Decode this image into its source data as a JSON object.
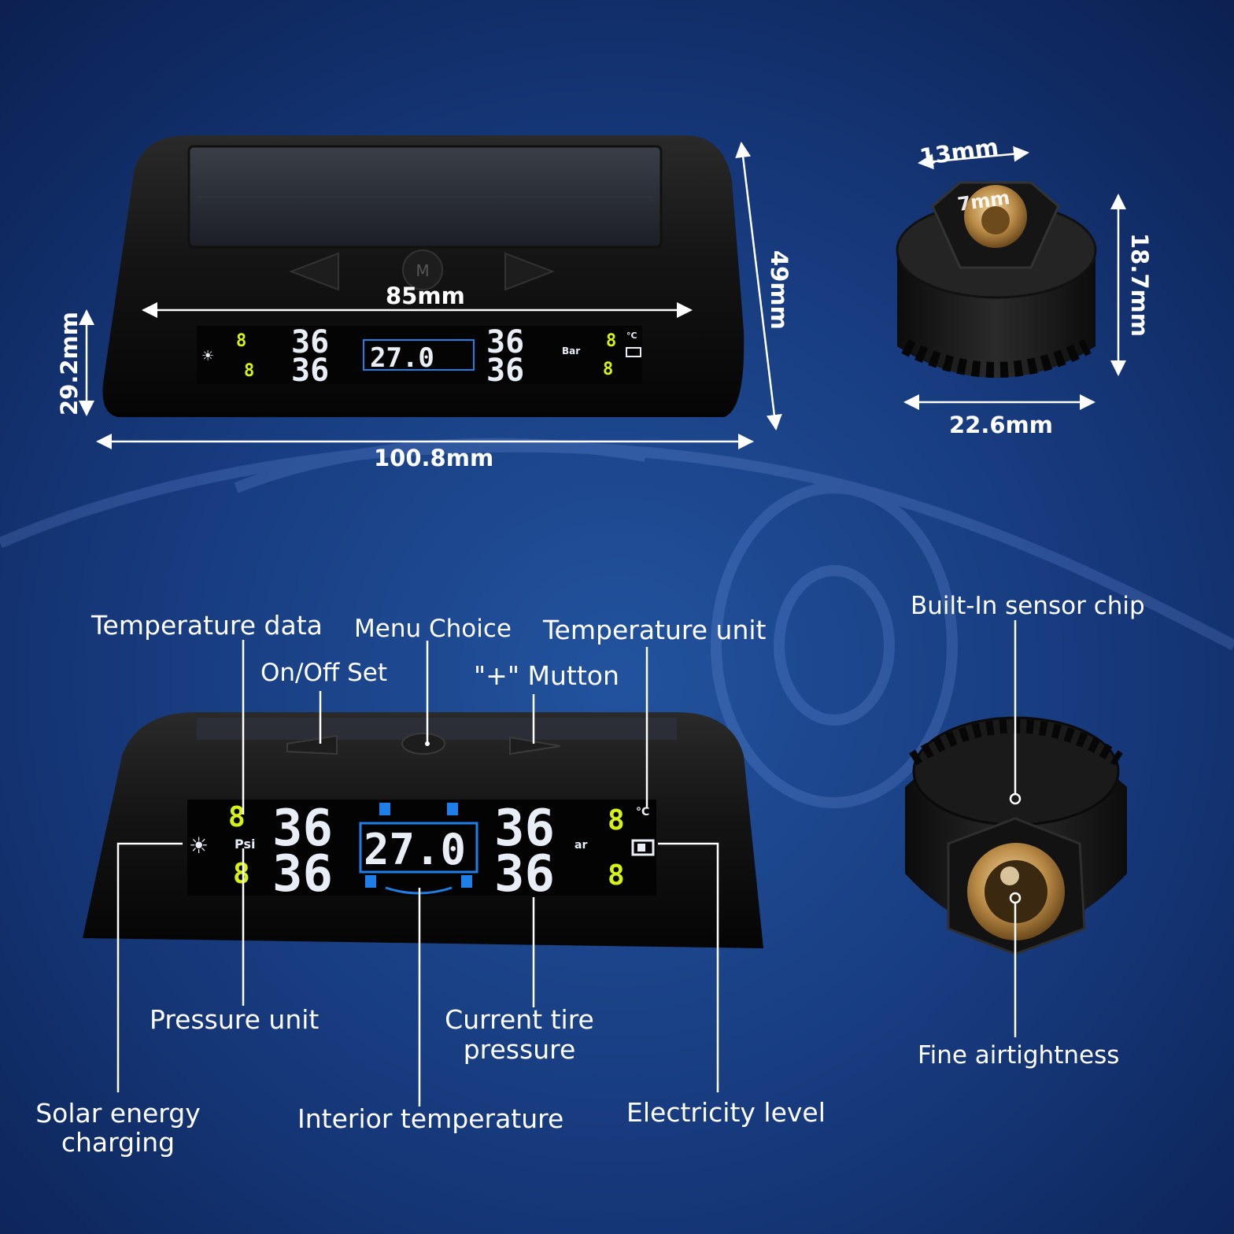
{
  "dimensions": {
    "monitor_width_top": "85mm",
    "monitor_height": "49mm",
    "monitor_depth": "29.2mm",
    "monitor_width_bottom": "100.8mm",
    "sensor_top_width": "13mm",
    "sensor_hex": "7mm",
    "sensor_height": "18.7mm",
    "sensor_diameter": "22.6mm"
  },
  "callouts": {
    "temperature_data": "Temperature data",
    "menu_choice": "Menu Choice",
    "temperature_unit": "Temperature unit",
    "on_off_set": "On/Off Set",
    "plus_button": "\"+\" Mutton",
    "built_in_chip": "Built-In sensor chip",
    "pressure_unit": "Pressure unit",
    "current_pressure_line1": "Current tire",
    "current_pressure_line2": "pressure",
    "fine_airtightness": "Fine airtightness",
    "solar_line1": "Solar energy",
    "solar_line2": "charging",
    "interior_temperature": "Interior temperature",
    "electricity_level": "Electricity level"
  },
  "display": {
    "pressure_fl": "36",
    "pressure_fr": "36",
    "pressure_rl": "36",
    "pressure_rr": "36",
    "interior_temp": "27.0",
    "temp_digit": "8",
    "unit_top_bar": "Bar",
    "unit_psi": "Psi",
    "unit_ar": "ar",
    "unit_celsius": "°C",
    "menu_key": "M"
  },
  "colors": {
    "background": "#0f2c63",
    "lcd_digits": "#e9eef6",
    "lcd_temp": "#d6f214",
    "lcd_accent": "#1f7fe8"
  }
}
